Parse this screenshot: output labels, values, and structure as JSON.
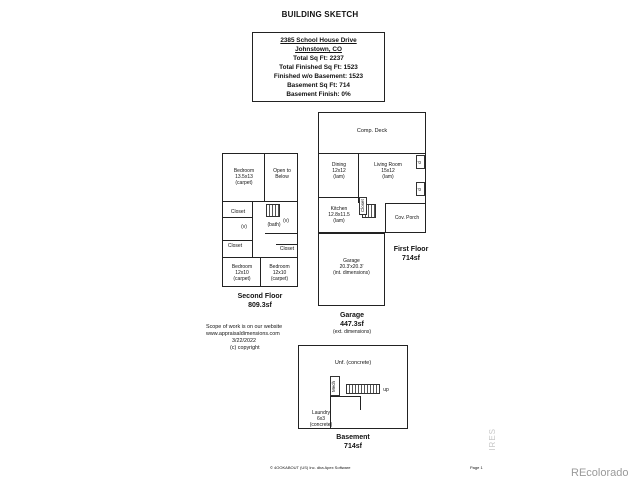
{
  "header": {
    "title": "BUILDING SKETCH"
  },
  "info": {
    "address": "2385 School House Drive",
    "city": "Johnstown, CO",
    "total": "Total Sq Ft: 2237",
    "finished": "Total Finished Sq Ft: 1523",
    "finished_wo_basement": "Finished w/o Basement: 1523",
    "basement_sqft": "Basement Sq Ft: 714",
    "basement_finish": "Basement Finish: 0%"
  },
  "second_floor": {
    "caption_line1": "Second Floor",
    "caption_line2": "809.3sf",
    "bedroom_top": {
      "name": "Bedroom",
      "size": "13.5x13",
      "floor": "(carpet)"
    },
    "open_below": "Open to Below",
    "closet": "Closet",
    "v1": "(v)",
    "bath": "(bath)",
    "v2": "(v)",
    "closet2": "Closet",
    "closet3": "Closet",
    "bedroom_left": {
      "name": "Bedroom",
      "size": "12x10",
      "floor": "(carpet)"
    },
    "bedroom_right": {
      "name": "Bedroom",
      "size": "12x10",
      "floor": "(carpet)"
    }
  },
  "first_floor": {
    "caption_line1": "First Floor",
    "caption_line2": "714sf",
    "deck": "Comp. Deck",
    "dining": {
      "name": "Dining",
      "size": "12x12",
      "floor": "(lam)"
    },
    "living": {
      "name": "Living Room",
      "size": "15x12",
      "floor": "(lam)"
    },
    "kitchen": {
      "name": "Kitchen",
      "size": "12.8x11.5",
      "floor": "(lam)"
    },
    "closet": "Closet",
    "porch": "Cov. Porch"
  },
  "garage": {
    "name": "Garage",
    "size": "20.3'x20.3'",
    "note": "(int. dimensions)",
    "caption_line1": "Garage",
    "caption_line2": "447.3sf",
    "caption_line3": "(ext. dimensions)"
  },
  "scope": {
    "line1": "Scope of work is on our website",
    "line2": "www.appraisaldimensions.com",
    "line3": "3/22/2022",
    "line4": "(c) copyright"
  },
  "basement": {
    "caption_line1": "Basement",
    "caption_line2": "714sf",
    "unf": "Unf. (concrete)",
    "mech": "Mech",
    "up": "up",
    "laundry": {
      "name": "Laundry",
      "size": "6x3",
      "floor": "(concrete)"
    }
  },
  "footer": {
    "software": "© 4OOKABOUT (US) Inc. dba Apex Software",
    "page": "Page 1",
    "watermark": "REcolorado",
    "side_logo": "IRES"
  }
}
